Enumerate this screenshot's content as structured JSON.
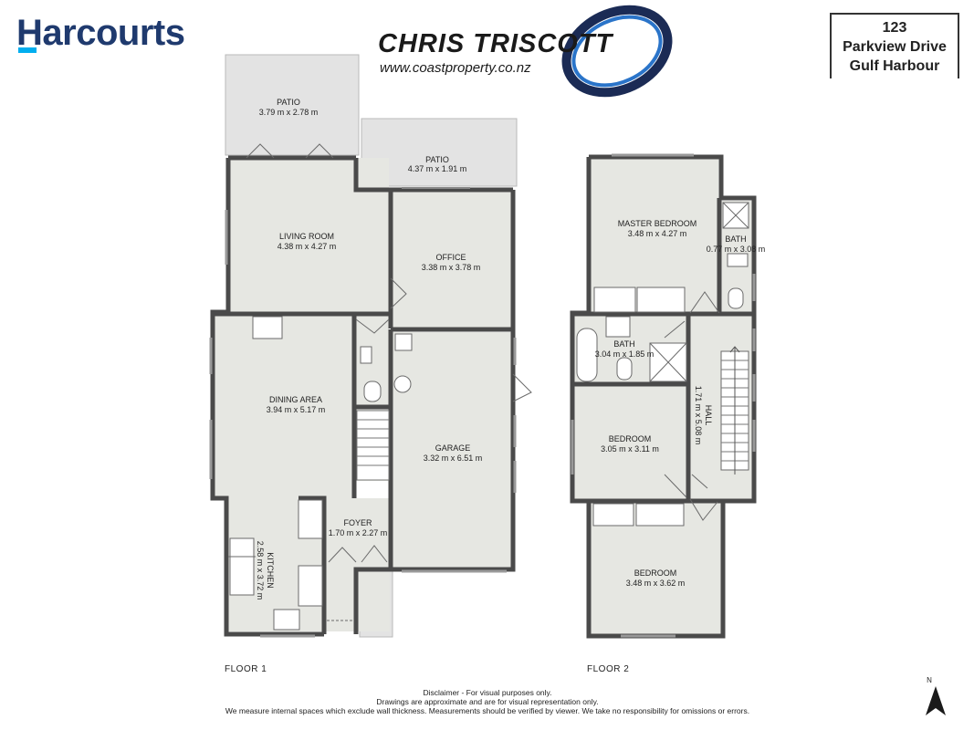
{
  "header": {
    "brand": "Harcourts",
    "agent_name": "CHRIS TRISCOTT",
    "agent_url": "www.coastproperty.co.nz",
    "address_line1": "123",
    "address_line2": "Parkview Drive",
    "address_line3": "Gulf Harbour"
  },
  "floors": {
    "floor1": "FLOOR 1",
    "floor2": "FLOOR 2"
  },
  "rooms": {
    "patio1": {
      "name": "PATIO",
      "dims": "3.79 m x 2.78 m"
    },
    "patio2": {
      "name": "PATIO",
      "dims": "4.37 m x 1.91 m"
    },
    "living": {
      "name": "LIVING ROOM",
      "dims": "4.38 m x 4.27 m"
    },
    "office": {
      "name": "OFFICE",
      "dims": "3.38 m x 3.78 m"
    },
    "dining": {
      "name": "DINING AREA",
      "dims": "3.94 m x 5.17 m"
    },
    "garage": {
      "name": "GARAGE",
      "dims": "3.32 m x 6.51 m"
    },
    "foyer": {
      "name": "FOYER",
      "dims": "1.70 m x 2.27 m"
    },
    "kitchen": {
      "name": "KITCHEN",
      "dims": "2.58 m x 3.72 m"
    },
    "master": {
      "name": "MASTER BEDROOM",
      "dims": "3.48 m x 4.27 m"
    },
    "ensuite": {
      "name": "BATH",
      "dims": "0.77 m x 3.08 m"
    },
    "bath": {
      "name": "BATH",
      "dims": "3.04 m x 1.85 m"
    },
    "hall": {
      "name": "HALL",
      "dims": "1.71 m x 5.08 m"
    },
    "bedroom2": {
      "name": "BEDROOM",
      "dims": "3.05 m x 3.11 m"
    },
    "bedroom3": {
      "name": "BEDROOM",
      "dims": "3.48 m x 3.62 m"
    }
  },
  "compass": {
    "label": "N"
  },
  "disclaimer": {
    "line1": "Disclaimer - For visual purposes only.",
    "line2": "Drawings are approximate and are for visual representation only.",
    "line3": "We measure internal spaces which exclude wall thickness. Measurements should be verified by viewer. We take no responsibility for omissions or errors."
  },
  "colors": {
    "wall": "#4a4a4a",
    "floor": "#e6e7e2",
    "patio": "#e3e3e3",
    "brand": "#1f3a6e",
    "brand_accent": "#00aeef",
    "swoosh_dark": "#1b2b55",
    "swoosh_light": "#2a74c9"
  }
}
